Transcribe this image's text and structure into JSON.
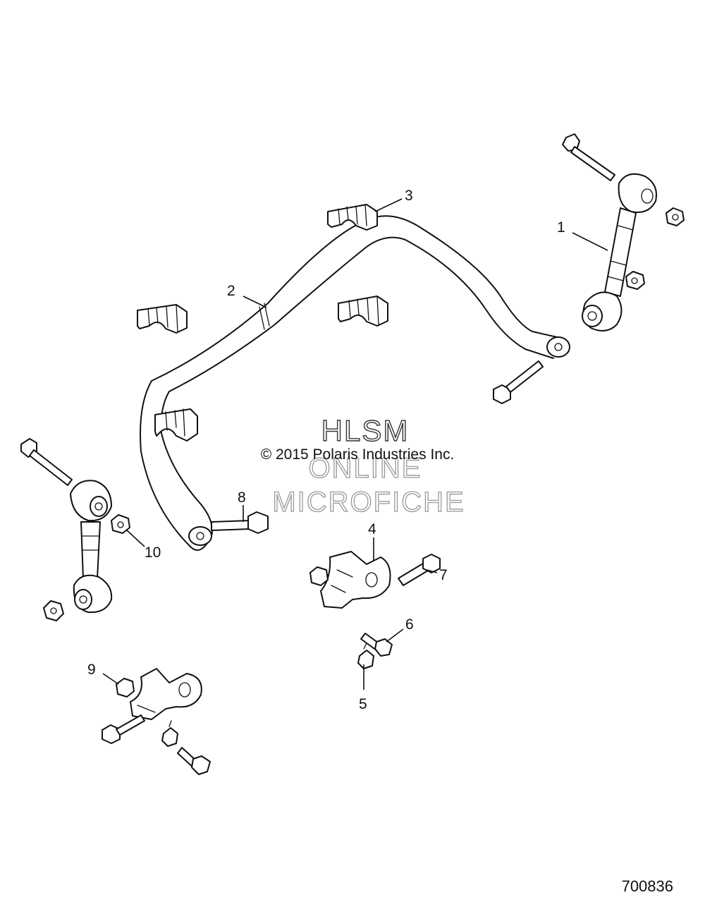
{
  "callouts": [
    "1",
    "2",
    "3",
    "4",
    "5",
    "6",
    "7",
    "8",
    "9",
    "10"
  ],
  "watermark": {
    "line1": "HLSM",
    "copyright": "© 2015 Polaris Industries Inc.",
    "line2": "ONLINE",
    "line3": "MICROFICHE"
  },
  "diagram_id": "700836",
  "colors": {
    "line": "#111111",
    "background": "#ffffff"
  }
}
